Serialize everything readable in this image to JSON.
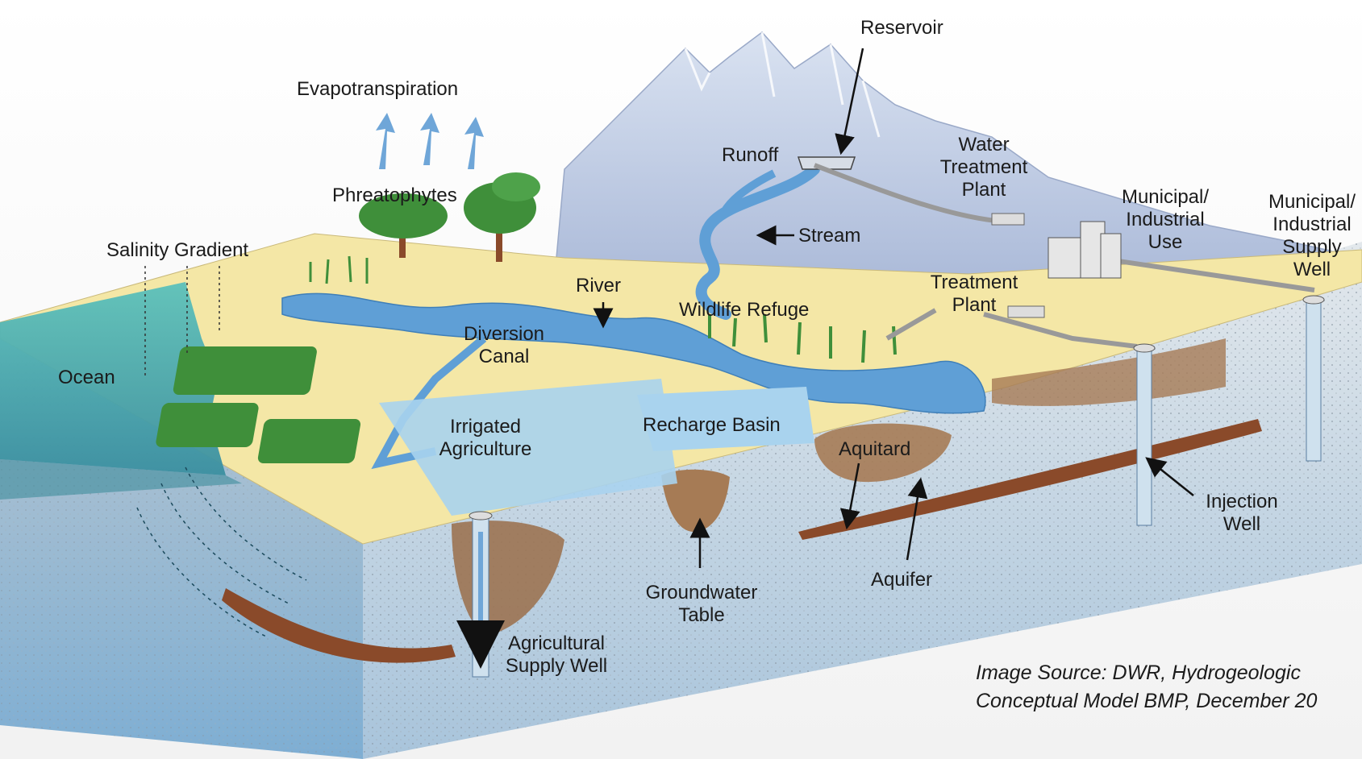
{
  "labels": {
    "reservoir": "Reservoir",
    "evapotranspiration": "Evapotranspiration",
    "runoff": "Runoff",
    "water_treatment_plant": [
      "Water",
      "Treatment",
      "Plant"
    ],
    "phreatophytes": "Phreatophytes",
    "municipal_industrial_use": [
      "Municipal/",
      "Industrial",
      "Use"
    ],
    "municipal_industrial_supply_well": [
      "Municipal/",
      "Industrial",
      "Supply",
      "Well"
    ],
    "stream": "Stream",
    "salinity_gradient": "Salinity Gradient",
    "treatment_plant": [
      "Treatment",
      "Plant"
    ],
    "river": "River",
    "wildlife_refuge": "Wildlife Refuge",
    "diversion_canal": [
      "Diversion",
      "Canal"
    ],
    "ocean": "Ocean",
    "irrigated_agriculture": [
      "Irrigated",
      "Agriculture"
    ],
    "recharge_basin": "Recharge Basin",
    "aquitard": "Aquitard",
    "injection_well": [
      "Injection",
      "Well"
    ],
    "aquifer": "Aquifer",
    "groundwater_table": [
      "Groundwater",
      "Table"
    ],
    "agricultural_supply_well": [
      "Agricultural",
      "Supply Well"
    ]
  },
  "source_caption": [
    "Image Source: DWR, Hydrogeologic",
    "Conceptual Model BMP, December 20"
  ],
  "colors": {
    "land_surface": "#f4e7a6",
    "water": "#5f9fd6",
    "ocean": "#58b6b2",
    "mountain": "#b6c7e3",
    "aquifer_fill": "#c9d8e4",
    "clay": "#a67b55",
    "clay_dark": "#8a4a2a",
    "vegetation": "#3f8f3a"
  }
}
